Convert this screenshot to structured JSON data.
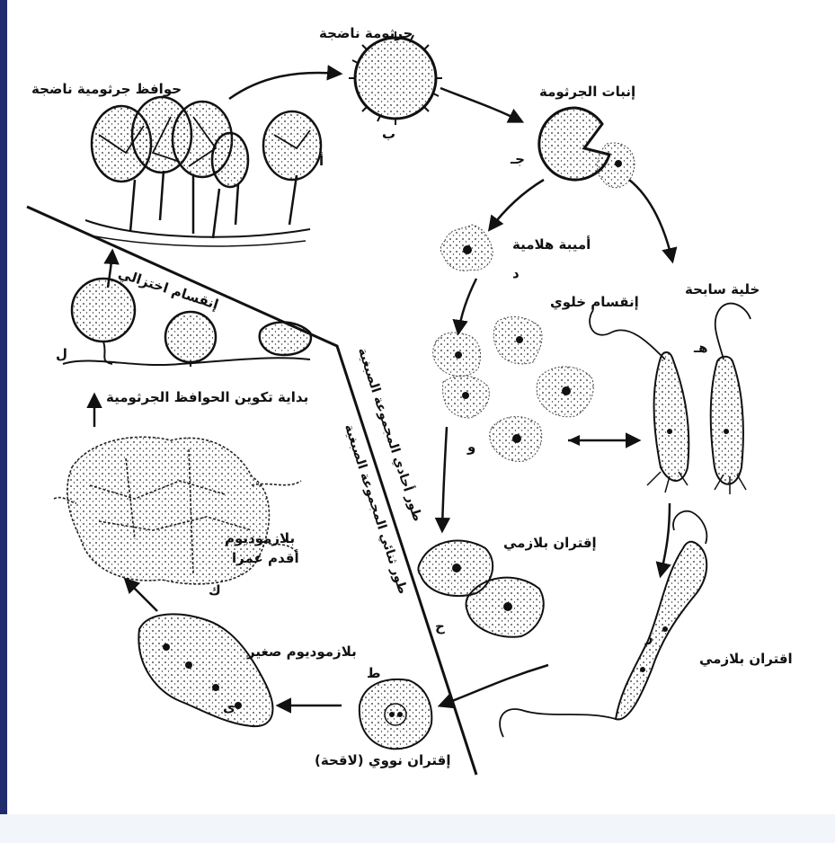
{
  "labels": {
    "mature_spore": "جرثومة ناضجة",
    "mature_sporangia": "حوافظ جرثومية ناضجة",
    "spore_germination": "إنبات الجرثومة",
    "myxamoeba": "أميبة هلامية",
    "swarm_cell": "خلية سابحة",
    "cell_division": "إنقسام خلوي",
    "plasmogamy_1": "إقتران بلازمي",
    "plasmogamy_2": "اقتران بلازمي",
    "karyogamy": "إقتران نووي (لاقحة)",
    "young_plasmodium": "بلازموديوم صغير",
    "older_plasmodium_1": "بلازموديوم",
    "older_plasmodium_2": "أقدم عمرا",
    "sporangia_start": "بداية تكوين الحوافظ الجرثومية",
    "meiosis": "إنقسام اختزالي",
    "haploid_phase": "طور أحادي المجموعة الصبغية",
    "diploid_phase": "طور ثنائي المجموعة الصبغية"
  },
  "letters": {
    "a": "أ",
    "b": "ب",
    "c": "جـ",
    "d": "د",
    "h": "هـ",
    "w": "و",
    "z": "ز",
    "ha": "ح",
    "t": "ط",
    "y": "ى",
    "k": "ك",
    "l": "ل"
  },
  "colors": {
    "ink": "#111111",
    "frame": "#1f2d6e",
    "paper": "#ffffff"
  }
}
